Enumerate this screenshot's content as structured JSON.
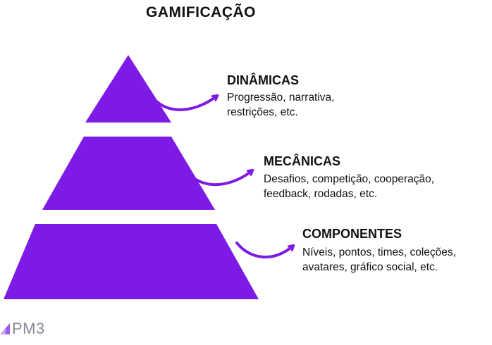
{
  "title": "GAMIFICAÇÃO",
  "accent_color": "#7e1ae6",
  "tiers": [
    {
      "heading": "DINÂMICAS",
      "lines": [
        "Progressão, narrativa,",
        "restrições, etc."
      ]
    },
    {
      "heading": "MECÂNICAS",
      "lines": [
        "Desafios, competição, cooperação,",
        "feedback, rodadas, etc."
      ]
    },
    {
      "heading": "COMPONENTES",
      "lines": [
        "Níveis, pontos, times, coleções,",
        "avatares, gráfico social, etc."
      ]
    }
  ],
  "logo": {
    "text": "PM3",
    "color": "#9c5cf0"
  }
}
